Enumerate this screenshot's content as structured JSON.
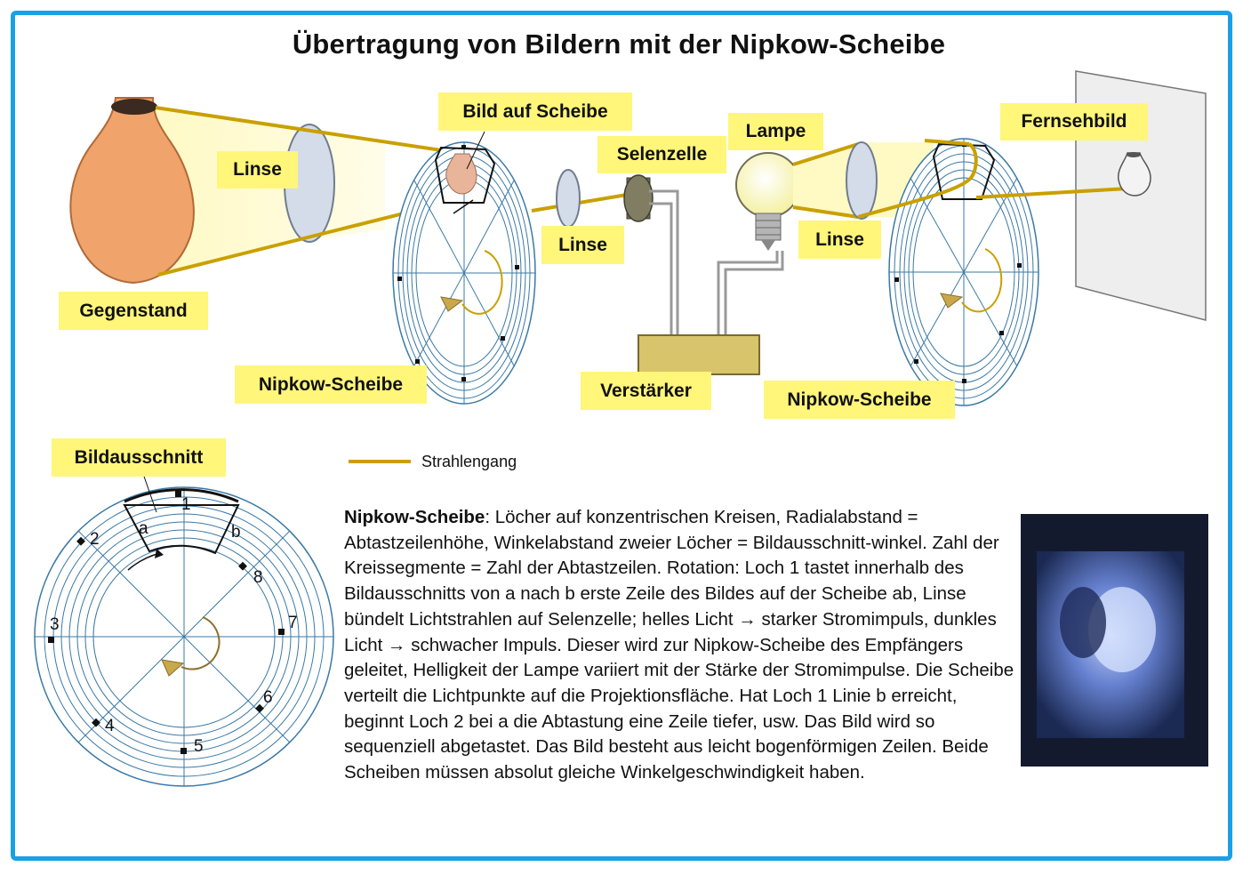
{
  "title": "Übertragung von Bildern mit der Nipkow-Scheibe",
  "labels": {
    "gegenstand": "Gegenstand",
    "linse1": "Linse",
    "bild_auf_scheibe": "Bild auf Scheibe",
    "nipkow1": "Nipkow-Scheibe",
    "linse2": "Linse",
    "selenzelle": "Selenzelle",
    "lampe": "Lampe",
    "verstaerker": "Verstärker",
    "linse3": "Linse",
    "nipkow2": "Nipkow-Scheibe",
    "fernsehbild": "Fernsehbild",
    "bildausschnitt": "Bildausschnitt"
  },
  "legend": {
    "strahlengang": "Strahlengang"
  },
  "disc_numbers": [
    "1",
    "2",
    "3",
    "4",
    "5",
    "6",
    "7",
    "8"
  ],
  "disc_letters": {
    "a": "a",
    "b": "b"
  },
  "description": {
    "term": "Nipkow-Scheibe",
    "text": ": Löcher auf konzentrischen Kreisen, Radialabstand = Abtastzeilenhöhe, Winkelabstand zweier Löcher = Bildausschnitt-winkel. Zahl der Kreissegmente = Zahl der Abtastzeilen. Rotation: Loch 1 tastet innerhalb des Bildausschnitts von a nach b erste Zeile des Bildes auf der Scheibe ab, Linse bündelt Lichtstrahlen auf Selenzelle; helles Licht → starker Stromimpuls, dunkles Licht → schwacher Impuls. Dieser wird zur Nipkow-Scheibe des Empfängers geleitet, Helligkeit der Lampe variiert mit der Stärke der Stromimpulse. Die Scheibe verteilt die Lichtpunkte auf die Projektionsfläche. Hat Loch 1 Linie b erreicht, beginnt Loch 2 bei a die Abtastung eine Zeile tiefer, usw. Das Bild wird so sequenziell abgetastet. Das Bild besteht aus leicht bogenförmigen Zeilen. Beide Scheiben müssen absolut gleiche Winkelgeschwindigkeit haben."
  },
  "colors": {
    "frame": "#1aa0e6",
    "label_bg": "#fff67a",
    "beam": "#c9a000",
    "disc_lines": "#3a79a6",
    "vase": "#f0a36a",
    "amplifier": "#d8c46a"
  }
}
